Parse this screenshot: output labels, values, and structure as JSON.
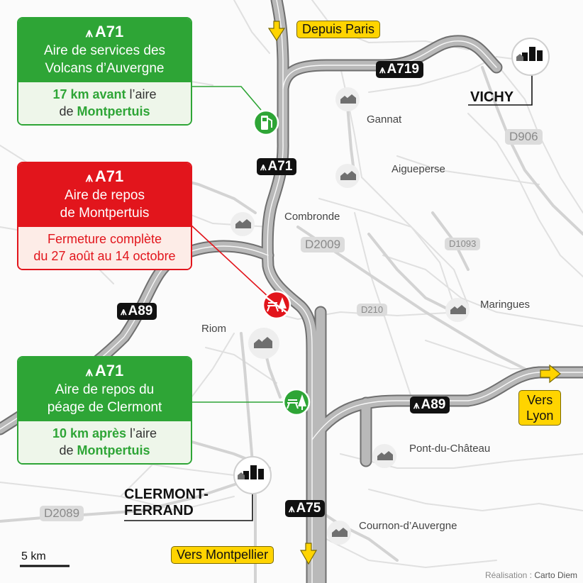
{
  "rest_areas": [
    {
      "motorway": "A71",
      "name_line1": "Aire de services des",
      "name_line2": "Volcans d’Auvergne",
      "note_bold1": "17 km avant",
      "note_rest1": " l’aire",
      "note_rest2": "de ",
      "note_bold2": "Montpertuis",
      "status_color": "#2ea536",
      "icon": "fuel-pump-icon"
    },
    {
      "motorway": "A71",
      "name_line1": "Aire de repos",
      "name_line2": "de Montpertuis",
      "note_line1": "Fermeture complète",
      "note_line2": "du 27 août au 14 octobre",
      "status_color": "#e2151c",
      "icon": "picnic-closed-icon"
    },
    {
      "motorway": "A71",
      "name_line1": "Aire de repos du",
      "name_line2": "péage de Clermont",
      "note_bold1": "10 km après",
      "note_rest1": " l’aire",
      "note_rest2": "de ",
      "note_bold2": "Montpertuis",
      "status_color": "#2ea536",
      "icon": "picnic-tree-icon"
    }
  ],
  "motorways": {
    "a71": "A71",
    "a719": "A719",
    "a89_west": "A89",
    "a89_east": "A89",
    "a75": "A75"
  },
  "directions": {
    "paris": "Depuis Paris",
    "lyon_1": "Vers",
    "lyon_2": "Lyon",
    "montpellier": "Vers Montpellier"
  },
  "dept_roads": {
    "d906": "D906",
    "d2009": "D2009",
    "d1093": "D1093",
    "d210": "D210",
    "d2089": "D2089"
  },
  "towns": {
    "gannat": "Gannat",
    "aigueperse": "Aigueperse",
    "combronde": "Combronde",
    "maringues": "Maringues",
    "riom": "Riom",
    "pont_du_chateau": "Pont-du-Château",
    "cournon": "Cournon-d’Auvergne"
  },
  "cities": {
    "vichy": "VICHY",
    "clermont_1": "CLERMONT-",
    "clermont_2": "FERRAND"
  },
  "scale": "5 km",
  "credit_label": "Réalisation : ",
  "credit_name": "Carto Diem",
  "colors": {
    "motorway_fill": "#b9b9b9",
    "motorway_edge": "#6f6f6f",
    "open_area": "#2ea536",
    "closed_area": "#e2151c",
    "direction_yellow": "#ffd400"
  }
}
